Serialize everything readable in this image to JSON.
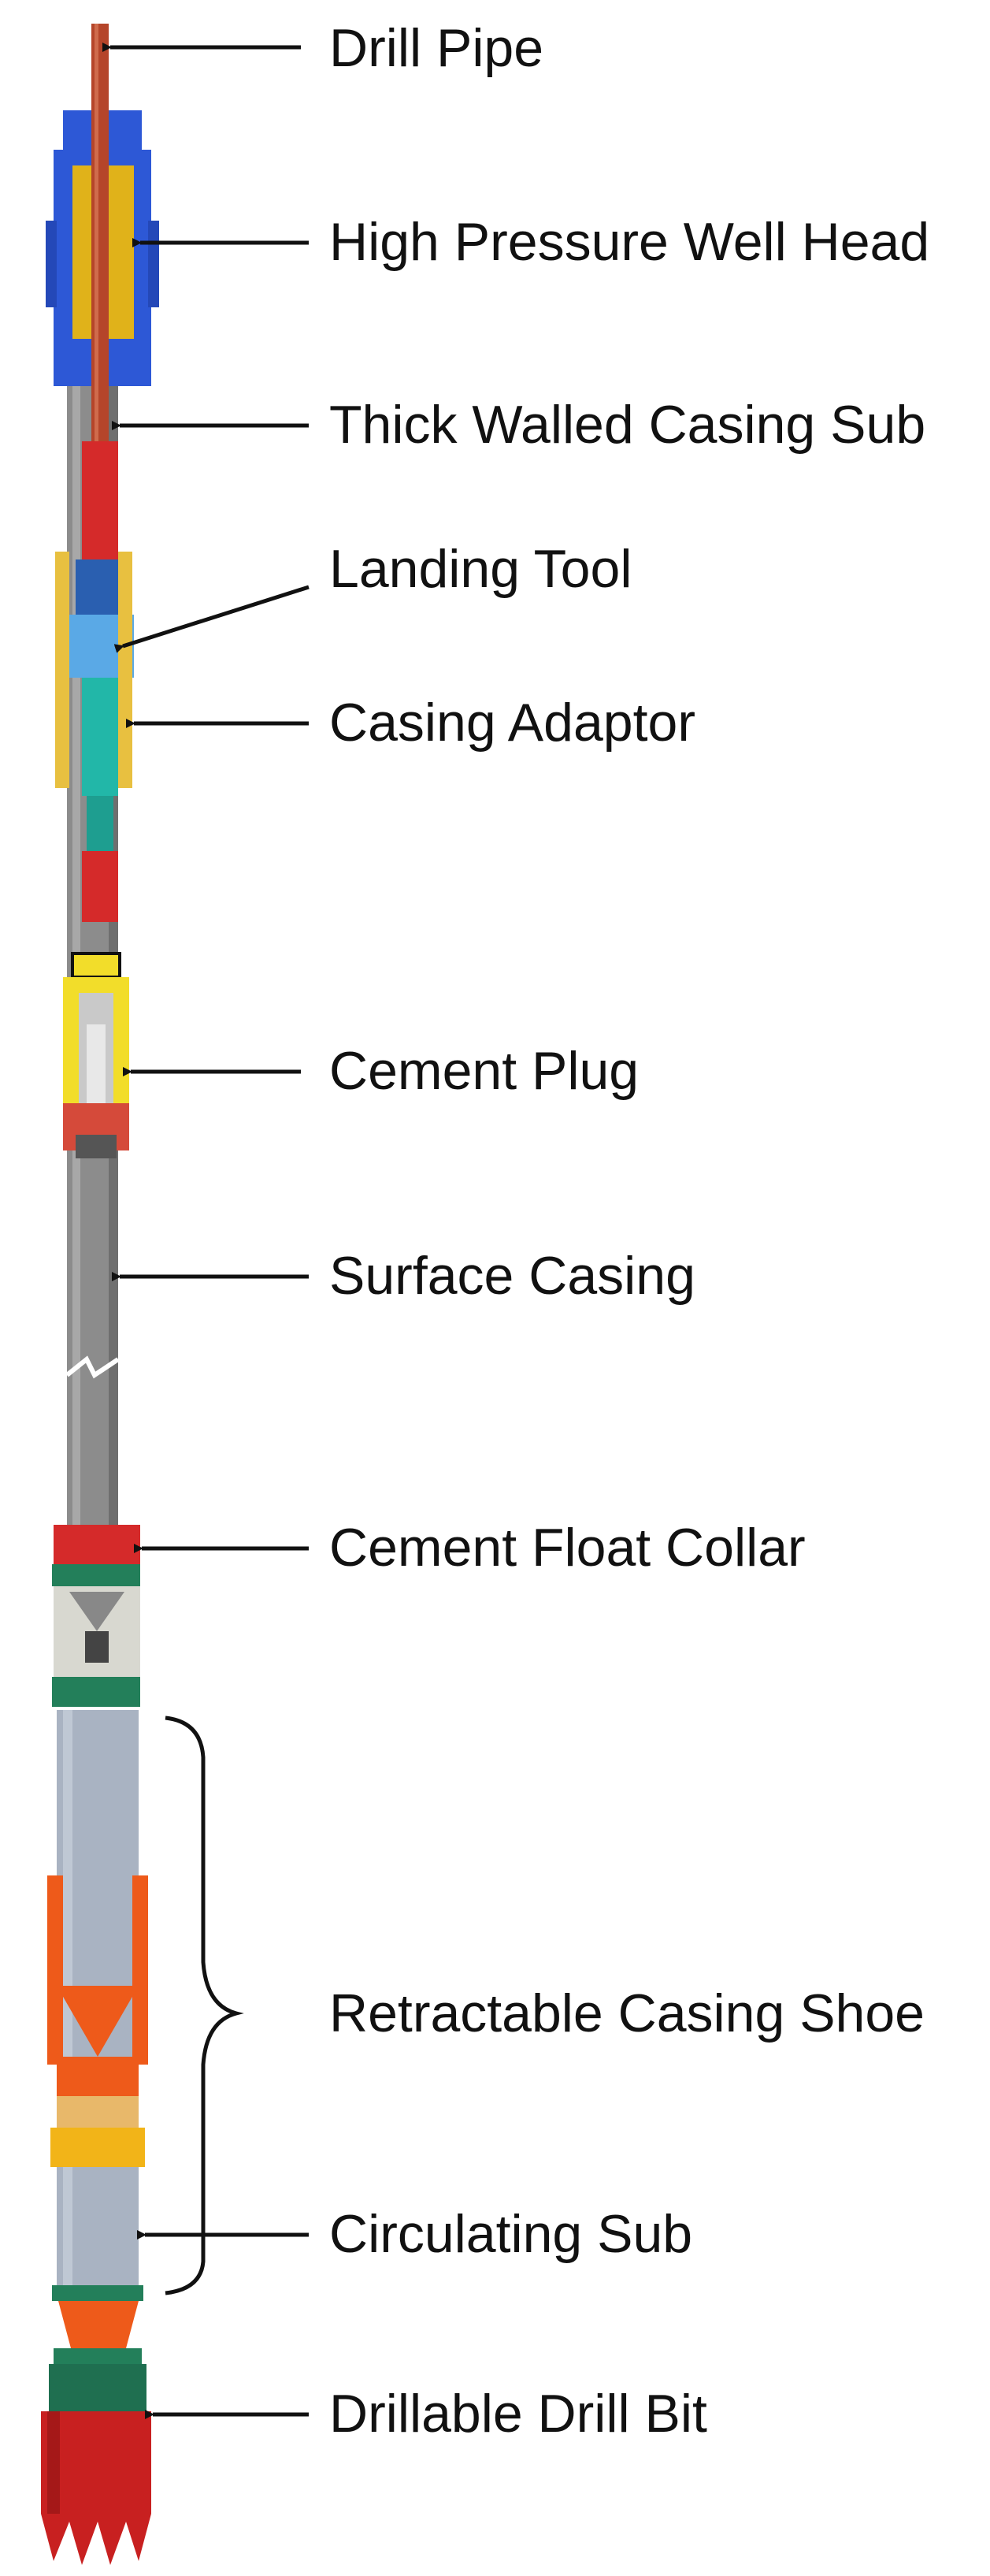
{
  "labels": {
    "drill_pipe": "Drill Pipe",
    "well_head": "High Pressure Well Head",
    "casing_sub": "Thick Walled Casing Sub",
    "landing_tool": "Landing Tool",
    "casing_adaptor": "Casing Adaptor",
    "cement_plug": "Cement Plug",
    "surface_casing": "Surface Casing",
    "float_collar": "Cement Float Collar",
    "casing_shoe": "Retractable Casing Shoe",
    "circulating_sub": "Circulating Sub",
    "drill_bit": "Drillable Drill Bit"
  },
  "colors": {
    "casing_gray": "#8c8c8c",
    "casing_light": "#b9b9b9",
    "drill_pipe": "#b5452a",
    "well_head_blue": "#2d58d6",
    "well_head_gold": "#e0b21a",
    "landing_blue": "#5aa9e6",
    "adaptor_gold": "#e8c040",
    "teal": "#22b7a8",
    "red": "#d52a2a",
    "yellow": "#f2dd2a",
    "green": "#237f5a",
    "orange": "#ee5a1a",
    "shoe_gray": "#a9b3c2",
    "bit_red": "#c82020",
    "arrow": "#111111"
  }
}
